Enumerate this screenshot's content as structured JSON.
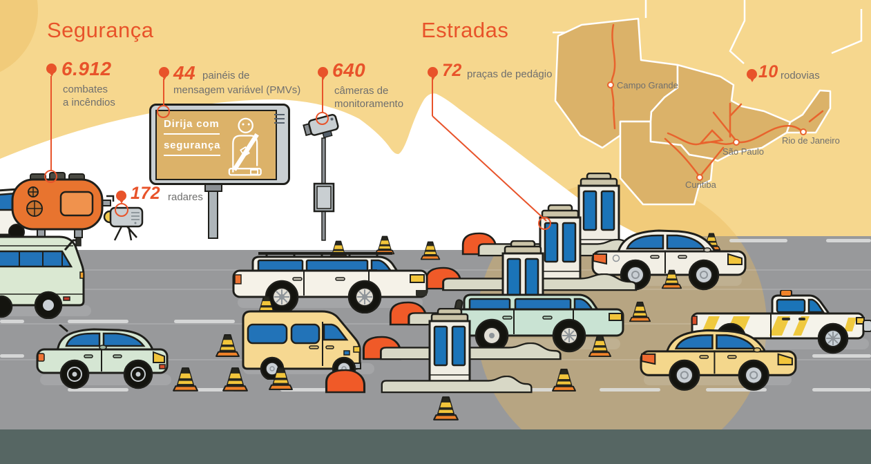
{
  "sections": {
    "security": {
      "title": "Segurança"
    },
    "roads": {
      "title": "Estradas"
    }
  },
  "stats": [
    {
      "id": "fire-fighting",
      "value": "6.912",
      "label_line1": "combates",
      "label_line2": "a incêndios"
    },
    {
      "id": "pmv-panels",
      "value": "44",
      "label_line1": "painéis de",
      "label_line2": "mensagem variável (PMVs)"
    },
    {
      "id": "monitoring-cameras",
      "value": "640",
      "label_line1": "câmeras de",
      "label_line2": "monitoramento"
    },
    {
      "id": "radars",
      "value": "172",
      "label": "radares"
    },
    {
      "id": "toll-plazas",
      "value": "72",
      "label": "praças de pedágio"
    },
    {
      "id": "highways",
      "value": "10",
      "label": "rodovias"
    }
  ],
  "billboard": {
    "line1": "Dirija com",
    "line2": "segurança"
  },
  "map": {
    "cities": [
      {
        "name": "Campo Grande"
      },
      {
        "name": "São Paulo"
      },
      {
        "name": "Rio de Janeiro"
      },
      {
        "name": "Curitiba"
      }
    ]
  },
  "colors": {
    "accent": "#E8532A",
    "sky": "#F6D78E",
    "map_state": "#DBB269",
    "road": "#98999B",
    "footer": "#566663",
    "label_gray": "#6F6F6E",
    "window_blue": "#1B74B8",
    "cone_orange": "#F08229",
    "mound_orange": "#F05A28"
  }
}
